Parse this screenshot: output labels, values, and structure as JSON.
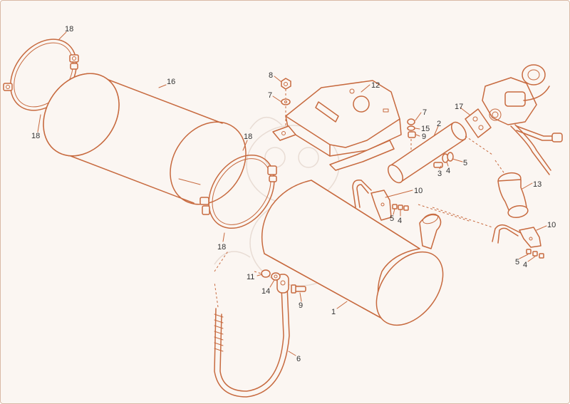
{
  "colors": {
    "line": "#c76a3f",
    "fill": "#fbf6f2",
    "text": "#333333",
    "watermark": "#e8dcd4"
  },
  "callouts": {
    "c1": "1",
    "c2": "2",
    "c3": "3",
    "c4a": "4",
    "c4b": "4",
    "c4c": "4",
    "c5a": "5",
    "c5b": "5",
    "c5c": "5",
    "c6": "6",
    "c7a": "7",
    "c7b": "7",
    "c8": "8",
    "c9a": "9",
    "c9b": "9",
    "c10a": "10",
    "c10b": "10",
    "c11": "11",
    "c12": "12",
    "c13": "13",
    "c14": "14",
    "c15": "15",
    "c16": "16",
    "c17": "17",
    "c18a": "18",
    "c18b": "18",
    "c18c": "18",
    "c18d": "18"
  }
}
